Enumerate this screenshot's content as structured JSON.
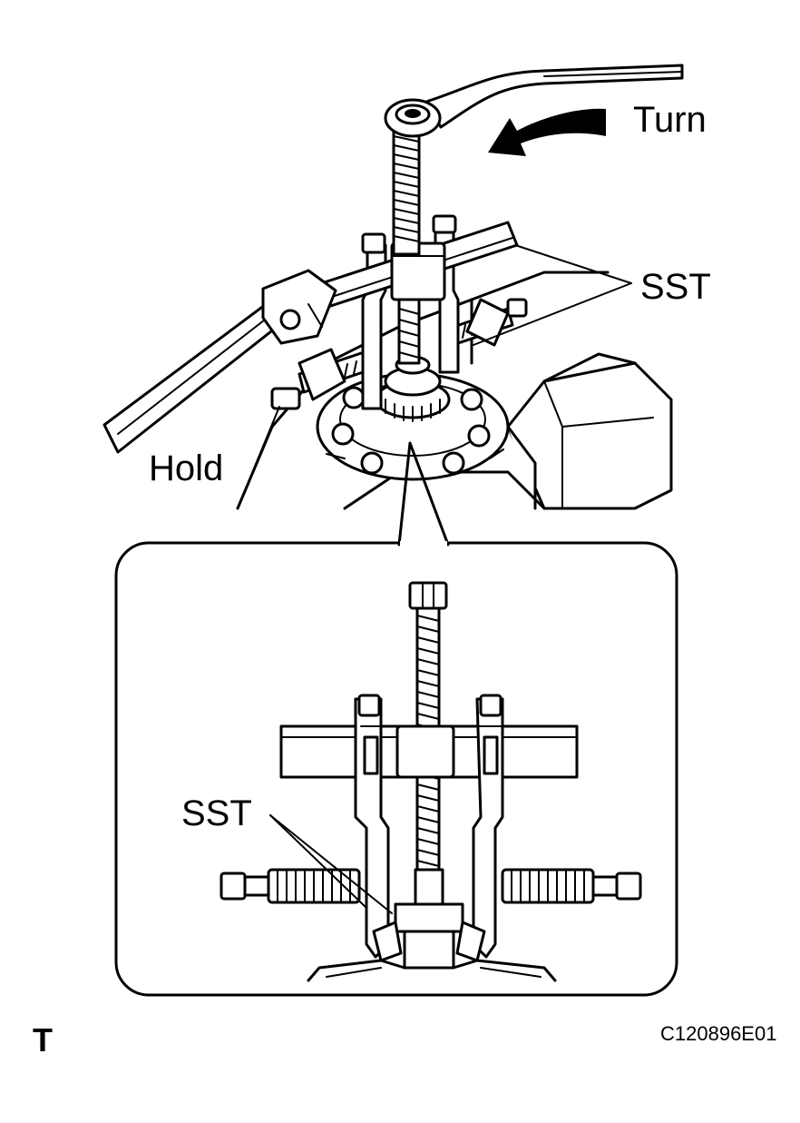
{
  "labels": {
    "turn": "Turn",
    "sst_top": "SST",
    "hold": "Hold",
    "sst_inset": "SST",
    "corner_mark": "T",
    "figure_code": "C120896E01"
  }
}
